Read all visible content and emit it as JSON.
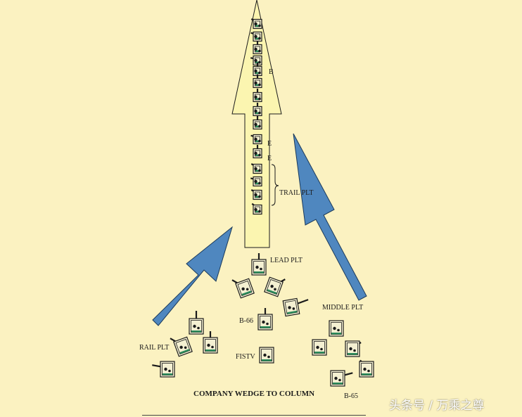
{
  "diagram": {
    "title": "COMPANY WEDGE TO COLUMN",
    "labels": {
      "lead_plt": "LEAD PLT",
      "trail_plt": "TRAIL PLT",
      "middle_plt": "MIDDLE PLT",
      "rail_plt": "RAIL PLT",
      "b66": "B-66",
      "b65": "B-65",
      "fistv": "FISTV"
    },
    "column_labels": [
      "B",
      "E",
      "E"
    ],
    "column_vehicle_count": 15
  },
  "colors": {
    "background": "#fbf2c1",
    "column_arrow": "#fbf5b0",
    "movement_arrow": "#4f87bf",
    "vehicle_body": "#f4f0d2",
    "vehicle_accent": "#2a8a5a",
    "outline": "#1b1b1b"
  },
  "watermark": "头条号 / 万乘之尊"
}
